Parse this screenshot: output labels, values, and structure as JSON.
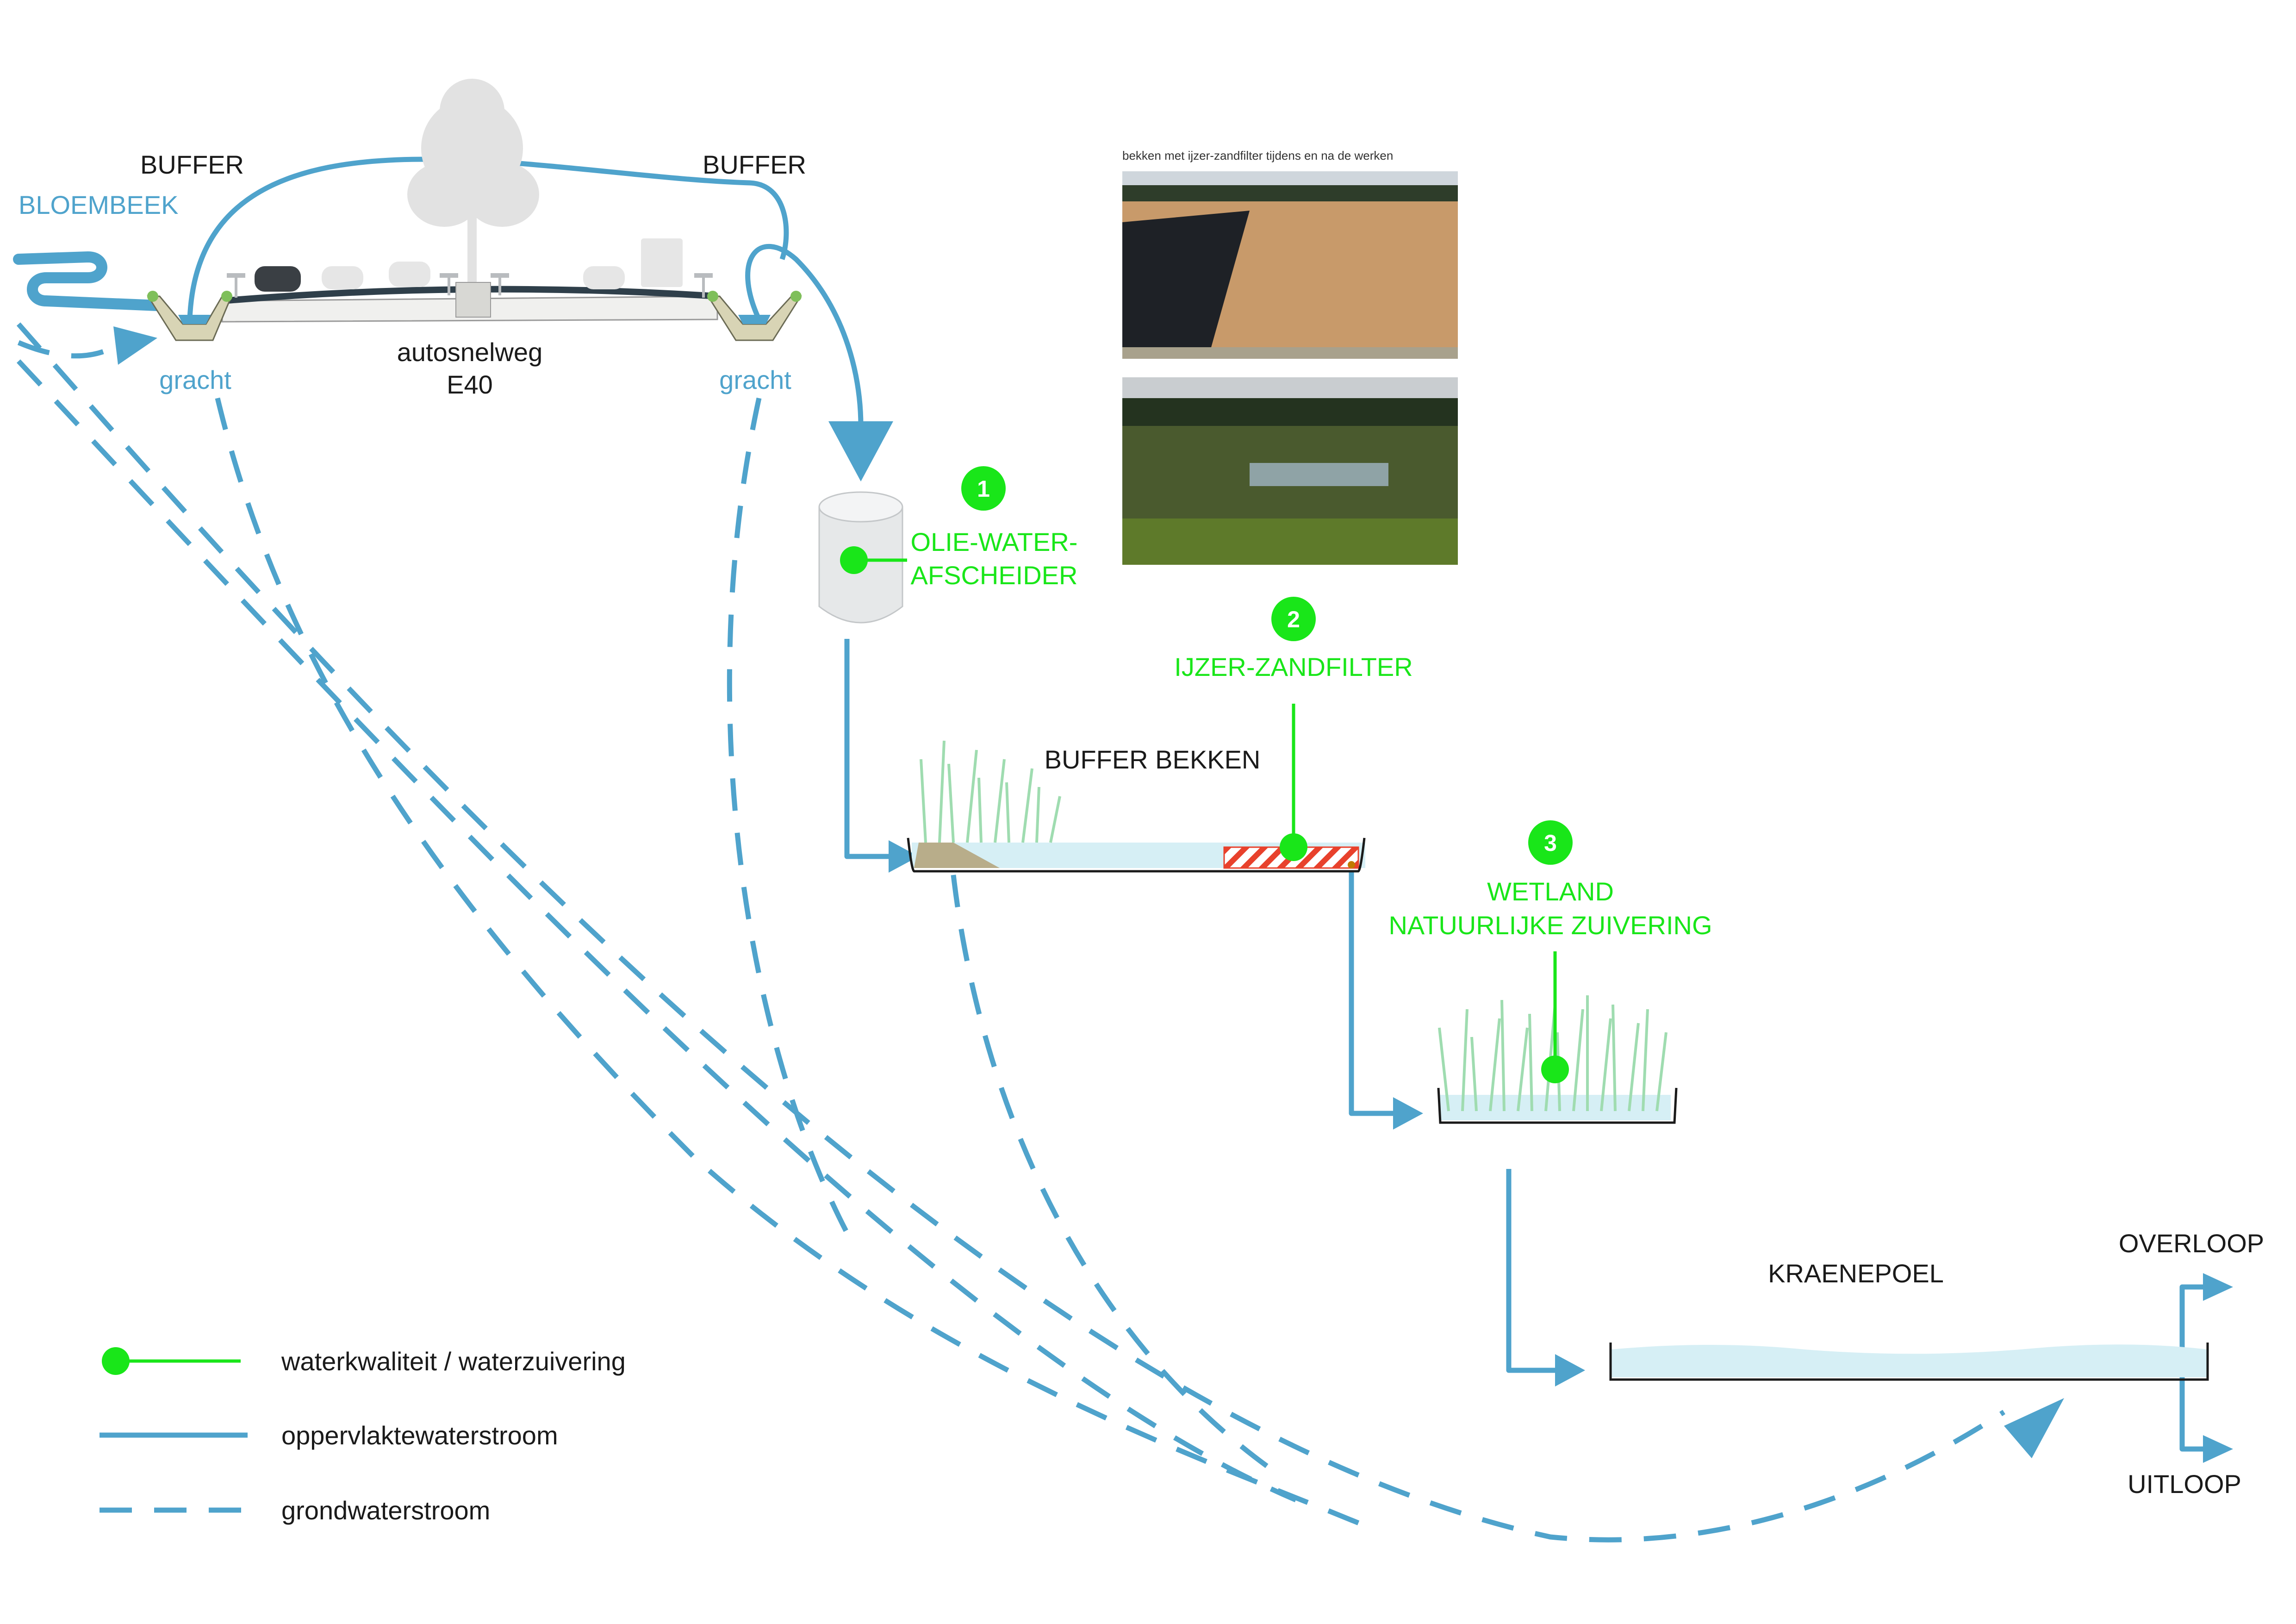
{
  "labels": {
    "buffer_left": "BUFFER",
    "buffer_right": "BUFFER",
    "bloembeek": "BLOEMBEEK",
    "gracht_left": "gracht",
    "gracht_right": "gracht",
    "highway_line1": "autosnelweg",
    "highway_line2": "E40",
    "photo_caption": "bekken met ijzer-zandfilter tijdens en na de werken",
    "buffer_bekken": "BUFFER BEKKEN",
    "kraenepoel": "KRAENEPOEL",
    "overloop": "OVERLOOP",
    "uitloop": "UITLOOP"
  },
  "steps": [
    {
      "number": "1",
      "line1": "OLIE-WATER-",
      "line2": "AFSCHEIDER"
    },
    {
      "number": "2",
      "line1": "IJZER-ZANDFILTER",
      "line2": ""
    },
    {
      "number": "3",
      "line1": "WETLAND",
      "line2": "NATUURLIJKE ZUIVERING"
    }
  ],
  "legend": [
    {
      "symbol": "green-dot-line",
      "label": "waterkwaliteit / waterzuivering"
    },
    {
      "symbol": "solid-blue-line",
      "label": "oppervlaktewaterstroom"
    },
    {
      "symbol": "dashed-blue-line",
      "label": "grondwaterstroom"
    }
  ],
  "colors": {
    "surface_water": "#4fa3cc",
    "quality_green": "#19e619",
    "water_fill": "#d6eff5",
    "text": "#1a1a1a"
  }
}
